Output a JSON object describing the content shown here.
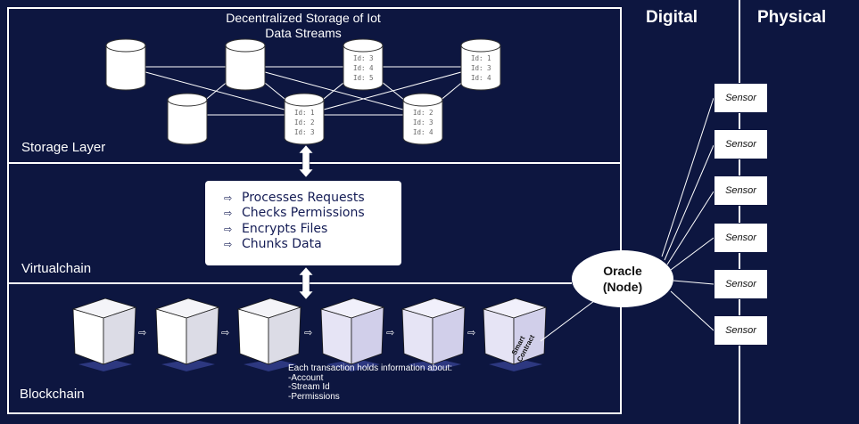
{
  "title": {
    "line1": "Decentralized Storage of Iot",
    "line2": "Data Streams"
  },
  "columns": {
    "digital": "Digital",
    "physical": "Physical"
  },
  "layers": {
    "storage": "Storage Layer",
    "virtualchain": "Virtualchain",
    "blockchain": "Blockchain"
  },
  "storage_nodes": [
    {
      "ids": []
    },
    {
      "ids": []
    },
    {
      "ids": [
        "Id: 3",
        "Id: 4",
        "Id: 5"
      ]
    },
    {
      "ids": [
        "Id: 1",
        "Id: 3",
        "Id: 4"
      ]
    },
    {
      "ids": []
    },
    {
      "ids": [
        "Id: 1",
        "Id: 2",
        "Id: 3"
      ]
    },
    {
      "ids": [
        "Id: 2",
        "Id: 3",
        "Id: 4"
      ]
    }
  ],
  "virtualchain": {
    "items": [
      "Processes Requests",
      "Checks Permissions",
      "Encrypts Files",
      "Chunks Data"
    ]
  },
  "blockchain": {
    "smart_contract_label_line1": "Smart",
    "smart_contract_label_line2": "Contract",
    "tx_info": {
      "heading": "Each transaction holds information about:",
      "items": [
        "-Account",
        "-Stream Id",
        "-Permissions"
      ]
    }
  },
  "oracle": {
    "line1": "Oracle",
    "line2": "(Node)"
  },
  "sensors": [
    "Sensor",
    "Sensor",
    "Sensor",
    "Sensor",
    "Sensor",
    "Sensor"
  ],
  "colors": {
    "background": "#0d1640",
    "frame": "#ffffff",
    "cube_white": "#ffffff",
    "cube_lavender": "#e6e4f5",
    "text_dark": "#141c55"
  }
}
